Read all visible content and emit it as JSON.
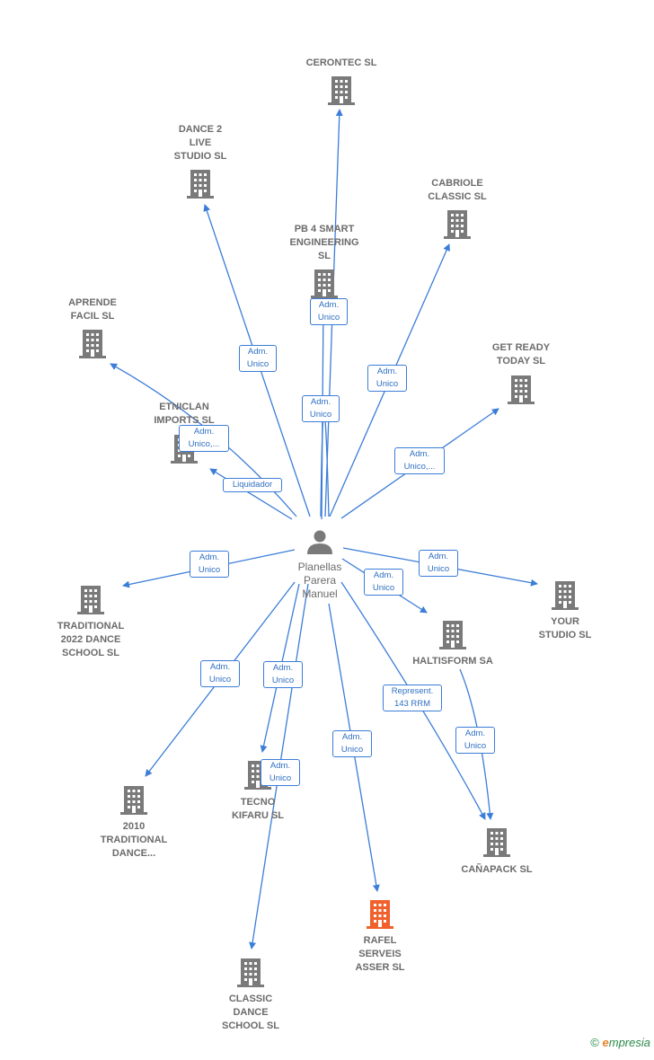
{
  "colors": {
    "edge": "#3b7dd8",
    "building": "#7a7a7a",
    "highlight": "#f0612d",
    "person": "#7a7a7a",
    "label": "#6b6b6b"
  },
  "person": {
    "label": "Planellas\nParera\nManuel",
    "icon": "person-icon"
  },
  "companies": [
    {
      "id": "cerontec",
      "label": "CERONTEC SL",
      "icon": "building-icon"
    },
    {
      "id": "dance2live",
      "label": "DANCE 2\nLIVE\nSTUDIO  SL",
      "icon": "building-icon"
    },
    {
      "id": "cabriole",
      "label": "CABRIOLE\nCLASSIC  SL",
      "icon": "building-icon"
    },
    {
      "id": "pb4",
      "label": "PB 4 SMART\nENGINEERING\nSL",
      "icon": "building-icon"
    },
    {
      "id": "aprende",
      "label": "APRENDE\nFACIL  SL",
      "icon": "building-icon"
    },
    {
      "id": "getready",
      "label": "GET READY\nTODAY  SL",
      "icon": "building-icon"
    },
    {
      "id": "etniclan",
      "label": "ETNICLAN\nIMPORTS  SL",
      "icon": "building-icon"
    },
    {
      "id": "trad2022",
      "label": "TRADITIONAL\n2022 DANCE\nSCHOOL  SL",
      "icon": "building-icon"
    },
    {
      "id": "yourstudio",
      "label": "YOUR\nSTUDIO  SL",
      "icon": "building-icon"
    },
    {
      "id": "haltisform",
      "label": "HALTISFORM SA",
      "icon": "building-icon"
    },
    {
      "id": "trad2010",
      "label": "2010\nTRADITIONAL\nDANCE...",
      "icon": "building-icon"
    },
    {
      "id": "tecno",
      "label": "TECNO\nKIFARU  SL",
      "icon": "building-icon"
    },
    {
      "id": "canapack",
      "label": "CAÑAPACK  SL",
      "icon": "building-icon"
    },
    {
      "id": "rafel",
      "label": "RAFEL\nSERVEIS\nASSER  SL",
      "icon": "building-icon",
      "highlight": true
    },
    {
      "id": "classic",
      "label": "CLASSIC\nDANCE\nSCHOOL  SL",
      "icon": "building-icon"
    }
  ],
  "relations": [
    {
      "to": "cerontec",
      "label": "Adm.\nUnico"
    },
    {
      "to": "dance2live",
      "label": "Adm.\nUnico"
    },
    {
      "to": "pb4",
      "label": "Adm.\nUnico"
    },
    {
      "to": "cabriole",
      "label": "Adm.\nUnico"
    },
    {
      "to": "getready",
      "label": "Adm.\nUnico,..."
    },
    {
      "to": "aprende",
      "label": "Adm.\nUnico,..."
    },
    {
      "to": "etniclan",
      "label": "Liquidador"
    },
    {
      "to": "trad2022",
      "label": "Adm.\nUnico"
    },
    {
      "to": "yourstudio",
      "label": "Adm.\nUnico"
    },
    {
      "to": "haltisform",
      "label": "Adm.\nUnico"
    },
    {
      "to": "trad2010",
      "label": "Adm.\nUnico"
    },
    {
      "to": "tecno",
      "label": "Adm.\nUnico"
    },
    {
      "to": "classic",
      "label": "Adm.\nUnico"
    },
    {
      "to": "rafel",
      "label": "Adm.\nUnico"
    },
    {
      "to": "canapack",
      "label": "Represent.\n143 RRM"
    },
    {
      "from": "haltisform",
      "to": "canapack",
      "label": "Adm.\nUnico"
    }
  ],
  "footer": {
    "copyright": "©",
    "brand_initial": "e",
    "brand_rest": "mpresia"
  }
}
